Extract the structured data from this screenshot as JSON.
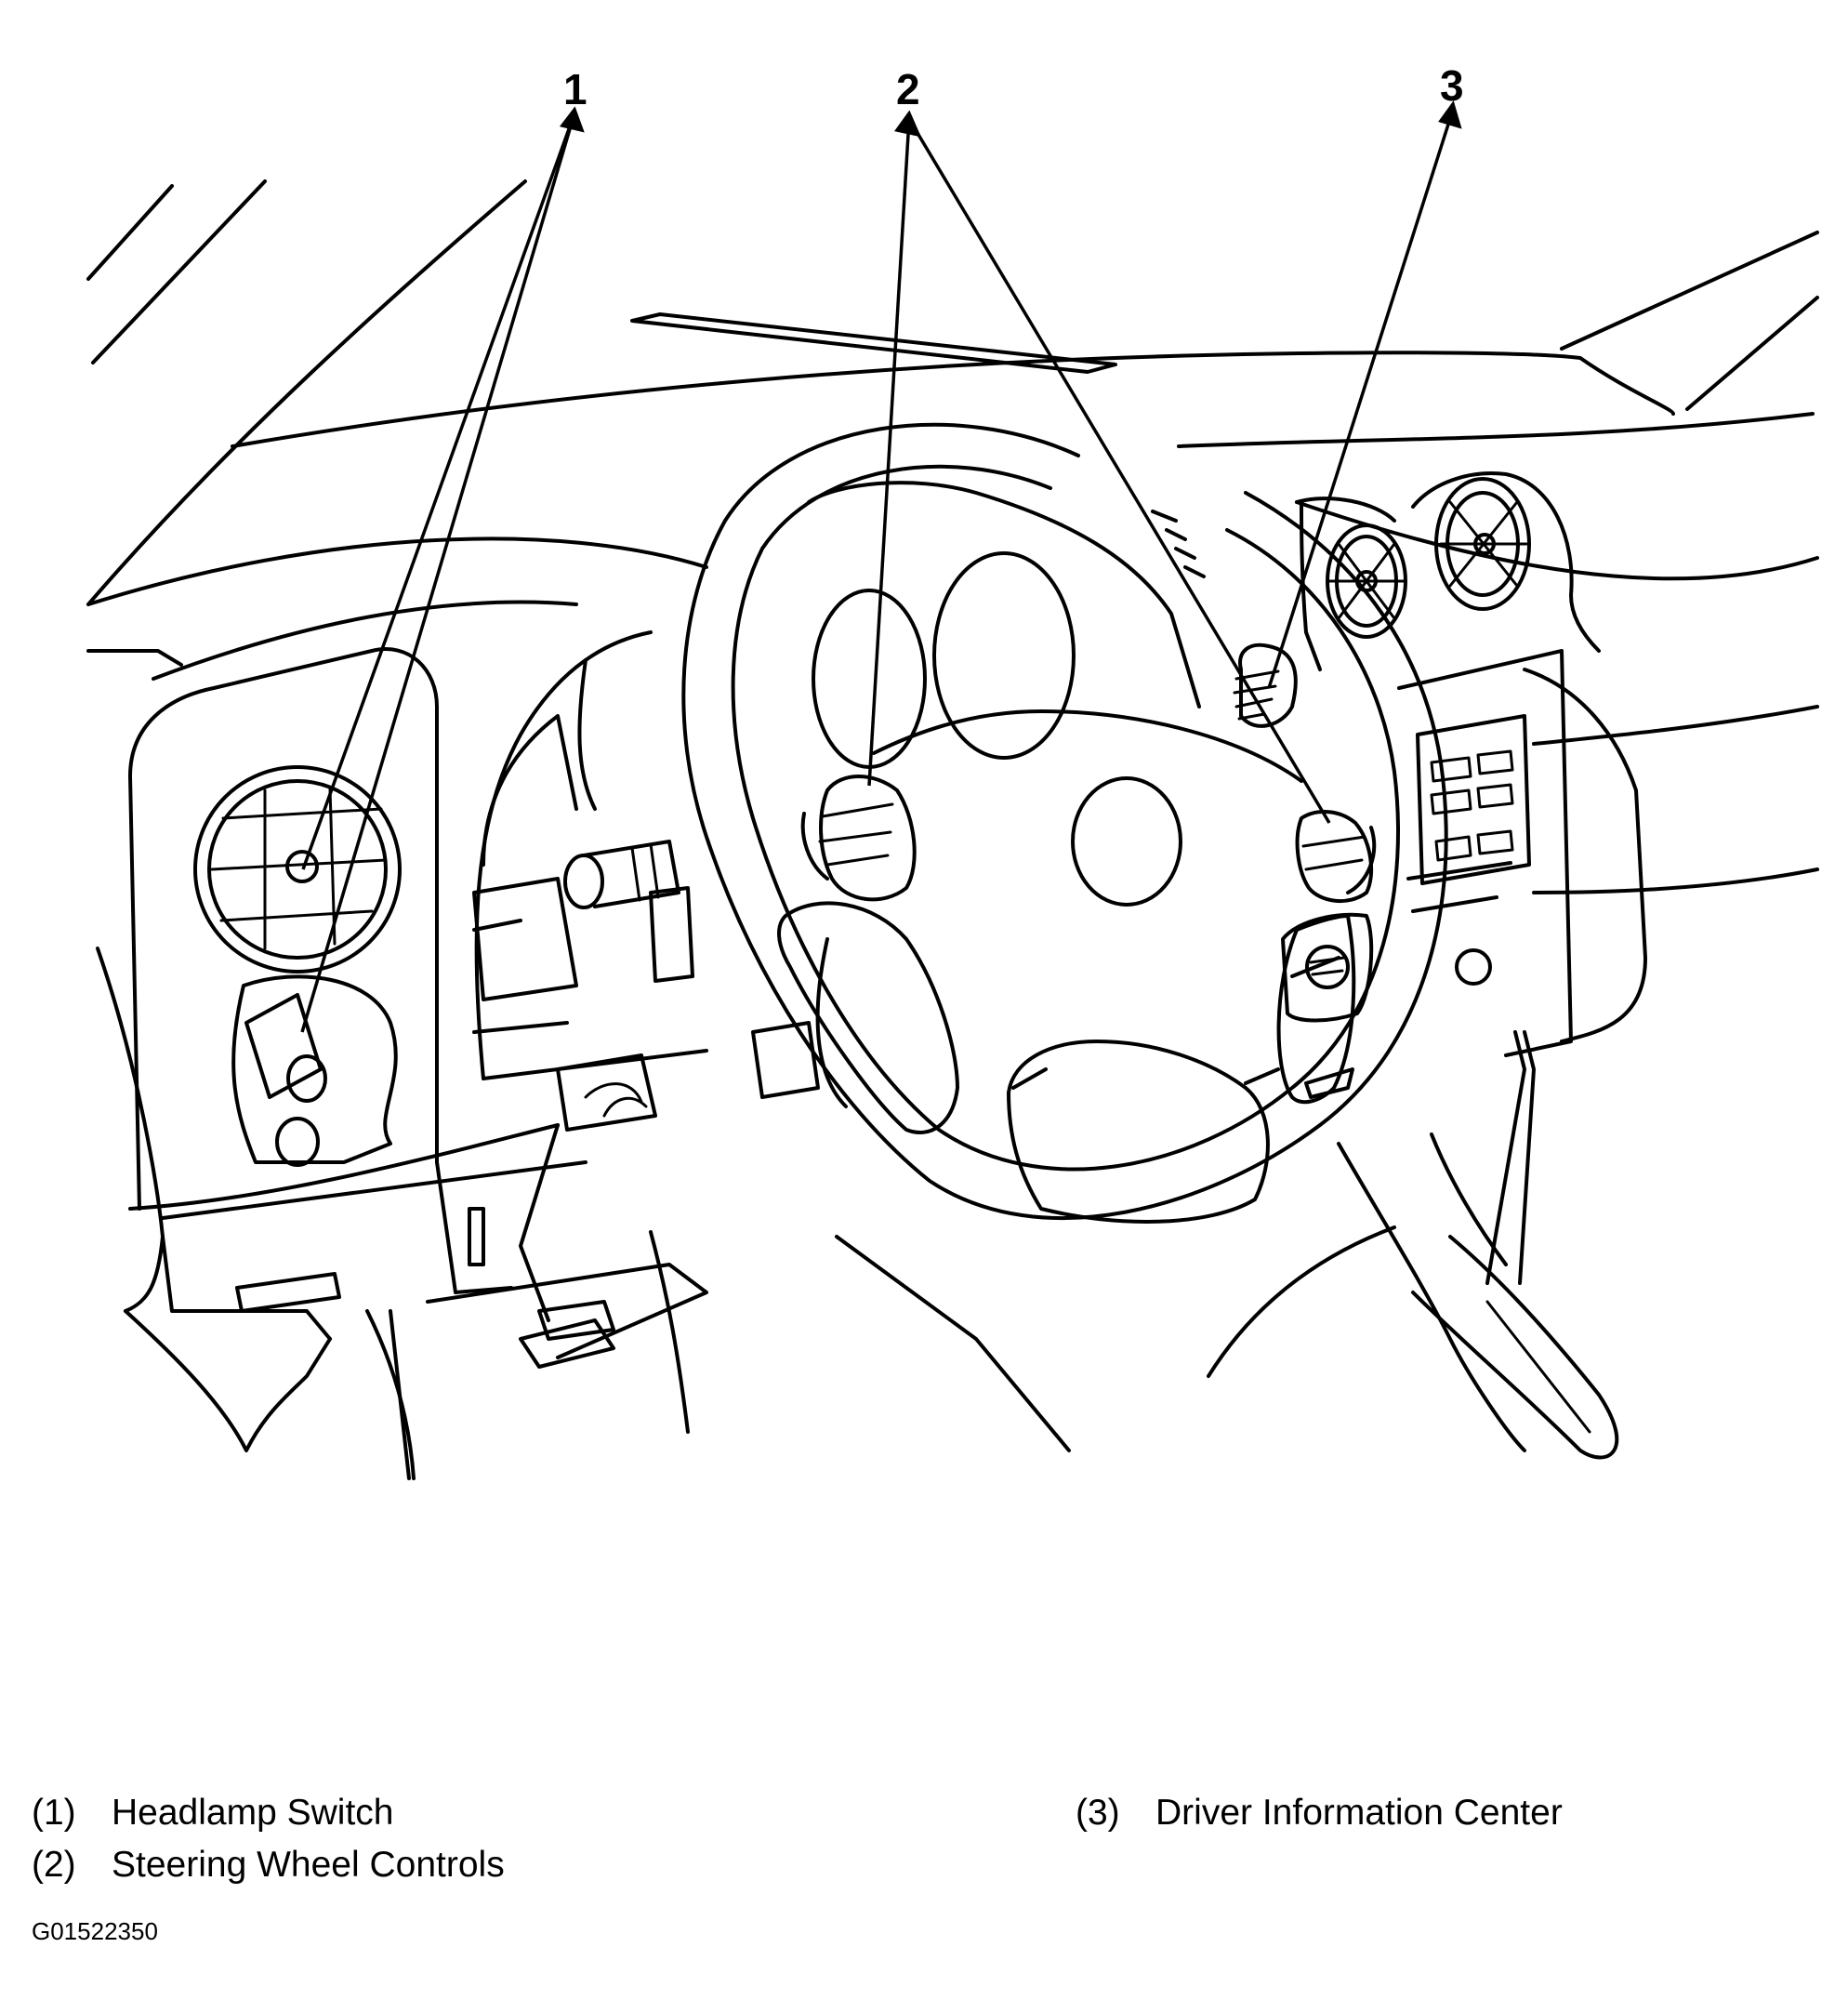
{
  "callouts": [
    {
      "number": "1",
      "name": "Headlamp Switch"
    },
    {
      "number": "2",
      "name": "Steering Wheel Controls"
    },
    {
      "number": "3",
      "name": "Driver Information Center"
    }
  ],
  "legend": [
    {
      "num": "(1)",
      "label": "Headlamp Switch"
    },
    {
      "num": "(2)",
      "label": "Steering Wheel Controls"
    },
    {
      "num": "(3)",
      "label": "Driver Information Center"
    }
  ],
  "figure_code": "G01522350"
}
